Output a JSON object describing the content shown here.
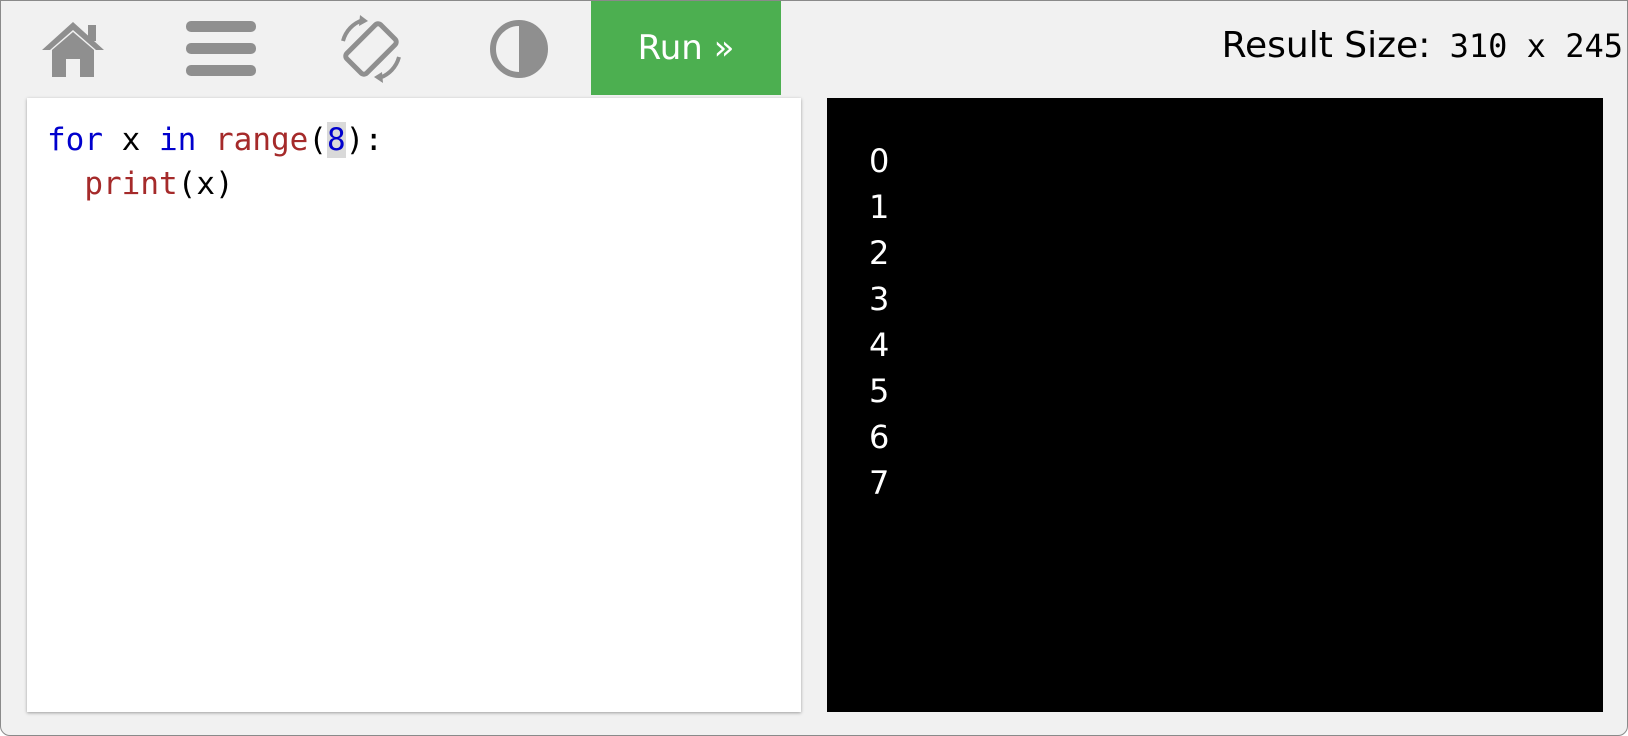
{
  "toolbar": {
    "icons": {
      "home": "home-icon",
      "menu": "menu-icon",
      "rotate": "rotate-icon",
      "theme": "contrast-icon"
    },
    "run_label": "Run »",
    "result_size_label": "Result Size:",
    "result_size_value": " 310 x 245"
  },
  "editor": {
    "lines": [
      [
        {
          "text": "for",
          "kind": "kw"
        },
        {
          "text": " x ",
          "kind": "txt"
        },
        {
          "text": "in",
          "kind": "kw"
        },
        {
          "text": " ",
          "kind": "txt"
        },
        {
          "text": "range",
          "kind": "fn"
        },
        {
          "text": "(",
          "kind": "txt"
        },
        {
          "text": "8",
          "kind": "num"
        },
        {
          "text": "):",
          "kind": "txt"
        }
      ],
      [
        {
          "text": "  ",
          "kind": "txt"
        },
        {
          "text": "print",
          "kind": "fn"
        },
        {
          "text": "(x)",
          "kind": "txt"
        }
      ]
    ]
  },
  "output": {
    "lines": [
      "0",
      "1",
      "2",
      "3",
      "4",
      "5",
      "6",
      "7"
    ]
  },
  "colors": {
    "run_button": "#4caf50",
    "keyword": "#0000cd",
    "function": "#a52a2a",
    "toolbar_bg": "#f1f1f1",
    "icon_gray": "#8f8f8f"
  }
}
